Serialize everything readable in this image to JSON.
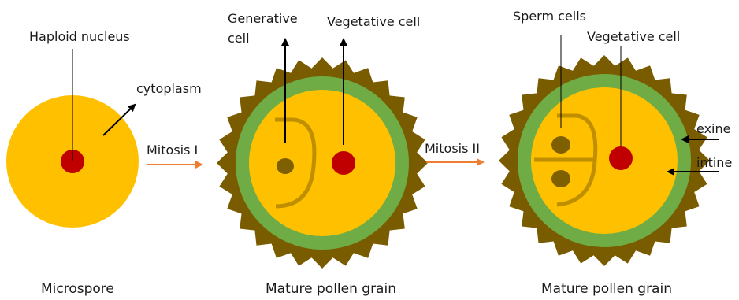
{
  "labels": {
    "haploid_nucleus": "Haploid nucleus",
    "cytoplasm": "cytoplasm",
    "mitosis_1": "Mitosis I",
    "generative_line1": "Generative",
    "generative_line2": "cell",
    "vegetative_cell_1": "Vegetative cell",
    "mitosis_2": "Mitosis II",
    "sperm_cells": "Sperm cells",
    "vegetative_cell_2": "Vegetative cell",
    "exine": "exine",
    "intine": "intine"
  },
  "captions": {
    "microspore": "Microspore",
    "pollen_1": "Mature pollen grain",
    "pollen_2": "Mature pollen grain"
  },
  "colors": {
    "cytoplasm": "#FFC000",
    "nucleus": "#C00000",
    "exine": "#7A5C00",
    "intine": "#6FAC46",
    "generative": "#7F6000",
    "arrow_orange": "#ED7D31",
    "arrow_black": "#000000"
  }
}
